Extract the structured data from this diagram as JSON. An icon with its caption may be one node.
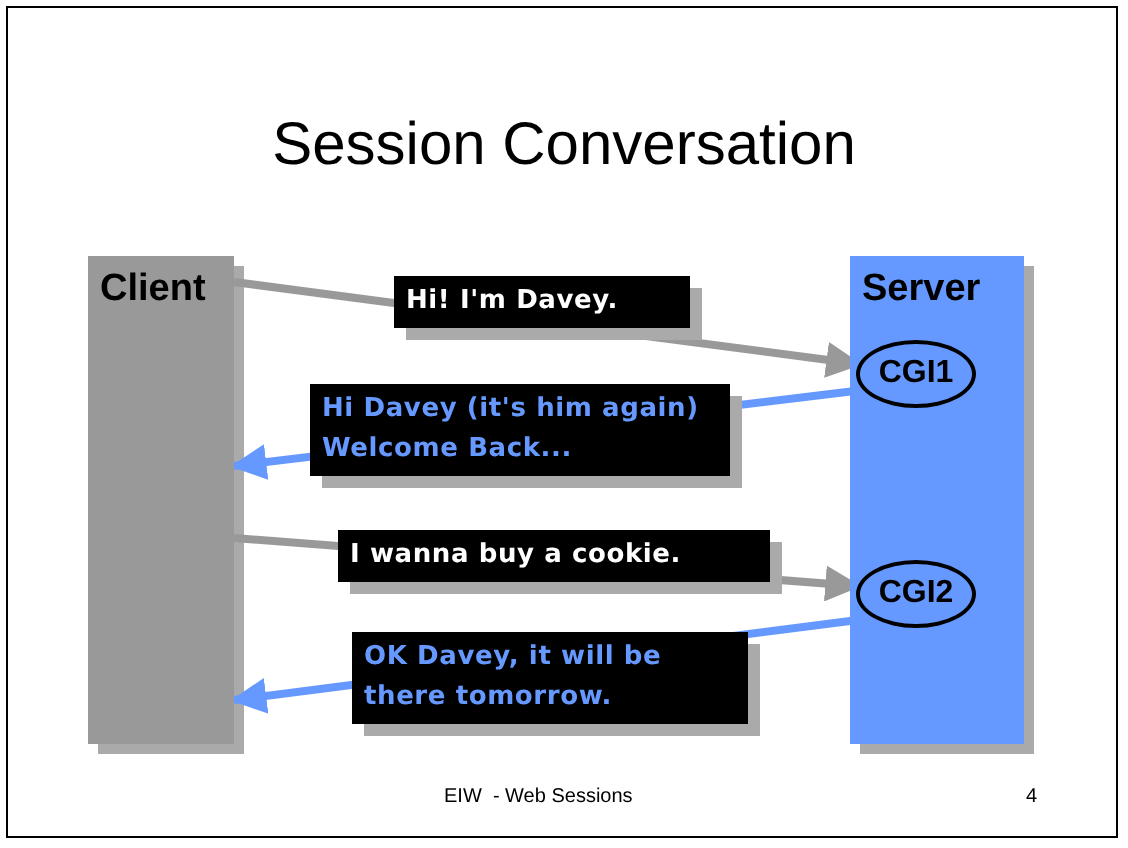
{
  "diagram": {
    "title": "Session Conversation",
    "nodes": [
      {
        "text": [
          "Client"
        ]
      },
      {
        "text": [
          "Server"
        ]
      },
      {
        "text": [
          "CGI1"
        ],
        "in": 1
      },
      {
        "text": [
          "CGI2"
        ],
        "in": 1
      }
    ],
    "edges": [
      {
        "from": 0,
        "to": 2,
        "arrow": "to",
        "label": "Hi! I'm Davey.",
        "color": "#999999"
      },
      {
        "from": 2,
        "to": 0,
        "arrow": "to",
        "label": "Hi Davey (it's him again) Welcome Back...",
        "color": "#6699ff"
      },
      {
        "from": 0,
        "to": 3,
        "arrow": "to",
        "label": "I wanna buy a cookie.",
        "color": "#999999"
      },
      {
        "from": 3,
        "to": 0,
        "arrow": "to",
        "label": "OK Davey, it will be there tomorrow.",
        "color": "#6699ff"
      }
    ],
    "labels": [
      "EIW  - Web Sessions",
      "4"
    ]
  }
}
